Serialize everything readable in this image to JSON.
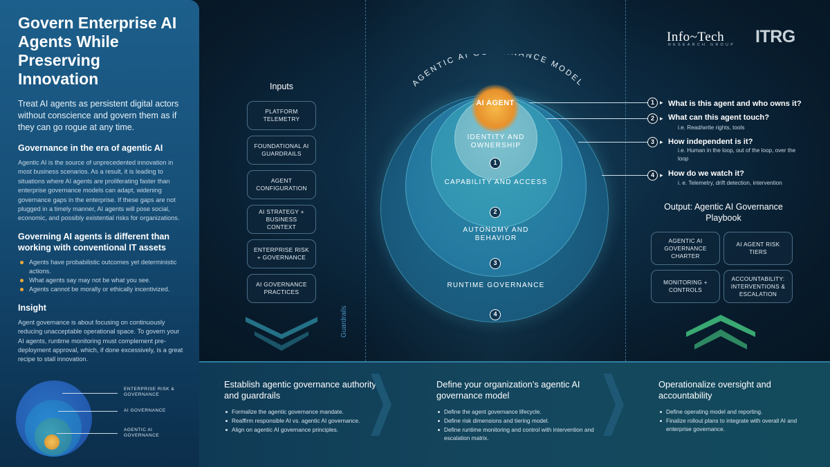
{
  "left": {
    "title": "Govern Enterprise AI Agents While Preserving Innovation",
    "intro": "Treat AI agents as persistent digital actors without conscience and govern them as if they can go rogue at any time.",
    "section1": {
      "heading": "Governance in the era of agentic AI",
      "body": "Agentic AI is the source of unprecedented innovation in most business scenarios. As a result, it is leading to situations where AI agents are proliferating faster than enterprise governance models can adapt, widening governance gaps in the enterprise. If these gaps are not plugged in a timely manner, AI agents will pose social, economic, and possibly existential risks for organizations."
    },
    "section2": {
      "heading": "Governing AI agents is different than working with conventional IT assets",
      "bullets": [
        "Agents have probabilistic outcomes yet deterministic actions.",
        "What agents say may not be what you see.",
        "Agents cannot be morally or ethically incentivized."
      ]
    },
    "insight": {
      "heading": "Insight",
      "body": "Agent governance is about focusing on continuously reducing unacceptable operational space. To govern your AI agents, runtime monitoring must complement pre-deployment approval, which, if done excessively, is a great recipe to stall innovation."
    },
    "mini_diagram": {
      "labels": [
        "ENTERPRISE RISK & GOVERNANCE",
        "AI GOVERNANCE",
        "AGENTIC AI GOVERNANCE"
      ]
    }
  },
  "inputs": {
    "title": "Inputs",
    "items": [
      "PLATFORM TELEMETRY",
      "FOUNDATIONAL AI GUARDRAILS",
      "AGENT CONFIGURATION",
      "AI STRATEGY + BUSINESS CONTEXT",
      "ENTERPRISE RISK + GOVERNANCE",
      "AI GOVERNANCE PRACTICES"
    ],
    "guardrails_label": "Guardrails"
  },
  "model": {
    "title": "AGENTIC AI GOVERNANCE MODEL",
    "core": "AI AGENT",
    "layers": [
      {
        "label": "IDENTITY AND OWNERSHIP",
        "num": "1"
      },
      {
        "label": "CAPABILITY AND ACCESS",
        "num": "2"
      },
      {
        "label": "AUTONOMY AND BEHAVIOR",
        "num": "3"
      },
      {
        "label": "RUNTIME GOVERNANCE",
        "num": "4"
      }
    ]
  },
  "questions": [
    {
      "num": "1",
      "q": "What is this agent and who owns it?",
      "sub": ""
    },
    {
      "num": "2",
      "q": "What can this agent touch?",
      "sub": "i.e. Read/write rights, tools"
    },
    {
      "num": "3",
      "q": "How independent is it?",
      "sub": "i.e. Human in the loop, out of the loop, over the loop"
    },
    {
      "num": "4",
      "q": "How do we watch it?",
      "sub": "i. e. Telemetry, drift detection, intervention"
    }
  ],
  "output": {
    "title": "Output: Agentic AI Governance Playbook",
    "items": [
      "AGENTIC AI GOVERNANCE CHARTER",
      "AI AGENT RISK TIERS",
      "MONITORING + CONTROLS",
      "ACCOUNTABILITY: INTERVENTIONS & ESCALATION"
    ]
  },
  "logos": {
    "infotech": "Info~Tech",
    "infotech_sub": "RESEARCH GROUP",
    "itrg": "ITRG"
  },
  "steps": [
    {
      "heading": "Establish agentic governance authority and guardrails",
      "items": [
        "Formalize the agentic governance mandate.",
        "Reaffirm responsible AI vs. agentic AI governance.",
        "Align on agentic AI governance principles."
      ]
    },
    {
      "heading": "Define your organization’s agentic AI governance model",
      "items": [
        "Define the agent governance lifecycle.",
        "Define risk dimensions and tiering model.",
        "Define runtime monitoring and control with intervention and escalation matrix."
      ]
    },
    {
      "heading": "Operationalize oversight and accountability",
      "items": [
        "Define operating model and reporting.",
        "Finalize rollout plans to integrate with overall AI and enterprise governance."
      ]
    }
  ],
  "colors": {
    "accent_orange": "#f0a93a",
    "panel_blue": "#1d5f8c",
    "output_arrow_green": "#3fb87a",
    "input_arrow_teal": "#2e8fa6"
  }
}
